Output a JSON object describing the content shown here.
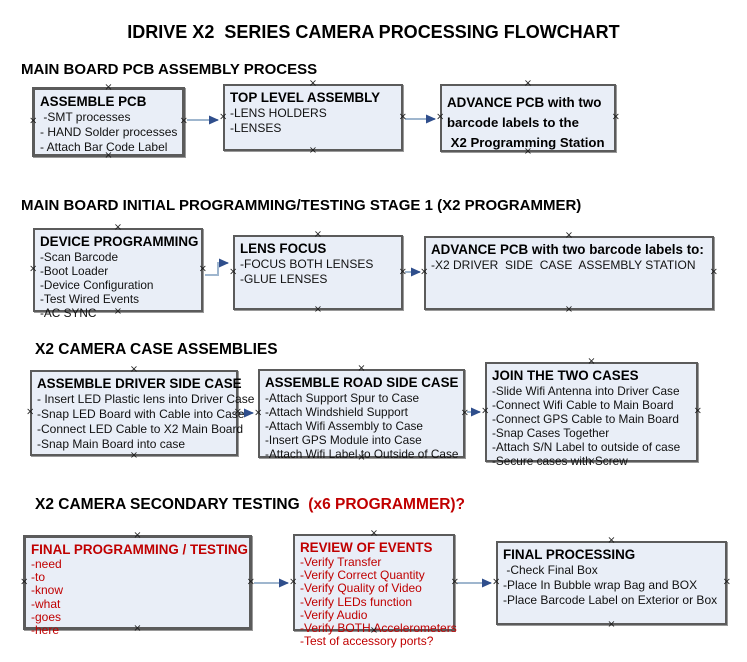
{
  "title": "IDRIVE X2  SERIES CAMERA PROCESSING FLOWCHART",
  "colors": {
    "box_fill": "#e9eef7",
    "box_border": "#5b5b5b",
    "arrow_line": "#9fb6ce",
    "arrow_head": "#2f4e8c",
    "red_text": "#c00000"
  },
  "sections": [
    {
      "heading": "MAIN BOARD PCB ASSEMBLY PROCESS",
      "boxes": [
        {
          "title": "ASSEMBLE PCB",
          "items": [
            " -SMT processes",
            "- HAND Solder processes",
            "- Attach Bar Code Label"
          ]
        },
        {
          "title": "TOP LEVEL ASSEMBLY",
          "items": [
            "-LENS HOLDERS",
            "-LENSES"
          ]
        },
        {
          "title": "ADVANCE PCB with two",
          "items": [
            "barcode labels to the",
            " X2 Programming Station"
          ]
        }
      ]
    },
    {
      "heading": "MAIN BOARD INITIAL PROGRAMMING/TESTING STAGE 1 (X2 PROGRAMMER)",
      "boxes": [
        {
          "title": "DEVICE PROGRAMMING",
          "items": [
            "-Scan Barcode",
            "-Boot Loader",
            "-Device Configuration",
            "-Test Wired Events",
            "-AC SYNC"
          ]
        },
        {
          "title": "LENS FOCUS",
          "items": [
            "-FOCUS BOTH LENSES",
            "-GLUE LENSES"
          ]
        },
        {
          "title": "ADVANCE PCB with two barcode labels to:",
          "items": [
            "-X2 DRIVER  SIDE  CASE  ASSEMBLY STATION"
          ]
        }
      ]
    },
    {
      "heading": "X2 CAMERA CASE ASSEMBLIES",
      "boxes": [
        {
          "title": "ASSEMBLE DRIVER SIDE CASE",
          "items": [
            "- Insert LED Plastic lens into Driver Case",
            "-Snap LED Board with Cable into Case",
            "-Connect LED Cable to X2 Main Board",
            "-Snap Main Board into case"
          ]
        },
        {
          "title": "ASSEMBLE ROAD SIDE CASE",
          "items": [
            "-Attach Support Spur to Case",
            "-Attach Windshield Support",
            "-Attach Wifi Assembly to Case",
            "-Insert GPS Module into Case",
            "-Attach Wifi Label to Outside of Case"
          ]
        },
        {
          "title": "JOIN THE TWO CASES",
          "items": [
            "-Slide Wifi Antenna into Driver Case",
            "-Connect Wifi Cable to Main Board",
            "-Connect GPS Cable to Main Board",
            "-Snap Cases Together",
            "-Attach S/N Label to outside of case",
            "-Secure cases with Screw"
          ]
        }
      ]
    },
    {
      "heading": "X2 CAMERA SECONDARY TESTING  ",
      "heading_red": "(x6 PROGRAMMER)?",
      "boxes": [
        {
          "title": "FINAL PROGRAMMING / TESTING",
          "items": [
            "-need",
            "-to",
            "-know",
            "-what",
            "-goes",
            "-here"
          ]
        },
        {
          "title": "REVIEW OF EVENTS",
          "items": [
            "-Verify Transfer",
            "-Verify Correct Quantity",
            "-Verify Quality of Video",
            "-Verify LEDs function",
            "-Verify Audio",
            "-Verify BOTH Accelerometers",
            "-Test of accessory ports?"
          ]
        },
        {
          "title": "FINAL PROCESSING",
          "items": [
            " -Check Final Box",
            "-Place In Bubble wrap Bag and BOX",
            "-Place Barcode Label on Exterior or Box"
          ]
        }
      ]
    }
  ]
}
